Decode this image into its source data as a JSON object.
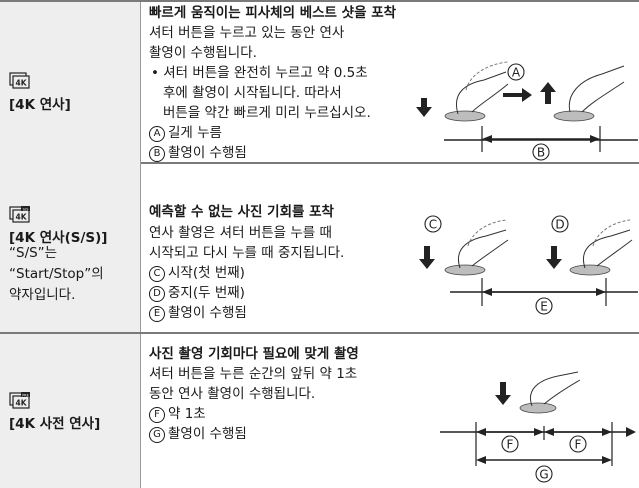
{
  "rows": [
    {
      "mode_label": "[4K 연사]",
      "icon_badge": "4K",
      "heading": "빠르게 움직이는 피사체의 베스트 샷을 포착",
      "lines": [
        "셔터 버튼을 누르고 있는 동안 연사",
        "촬영이 수행됩니다."
      ],
      "bullet": [
        "• 셔터 버튼을 완전히 누르고 약 0.5초",
        "후에 촬영이 시작됩니다. 따라서",
        "버튼을 약간 빠르게 미리 누르십시오."
      ],
      "legend": [
        {
          "mark": "A",
          "text": "길게 누름"
        },
        {
          "mark": "B",
          "text": "촬영이 수행됨"
        }
      ]
    },
    {
      "mode_label": "[4K 연사(S/S)]",
      "icon_badge": "4K",
      "icon_top": "S/S",
      "note": [
        "“S/S”는",
        "“Start/Stop”의",
        "약자입니다."
      ],
      "heading": "예측할 수 없는 사진 기회를 포착",
      "lines": [
        "연사 촬영은 셔터 버튼을 누를 때",
        "시작되고 다시 누를 때 중지됩니다."
      ],
      "legend": [
        {
          "mark": "C",
          "text": "시작(첫 번째)"
        },
        {
          "mark": "D",
          "text": "중지(두 번째)"
        },
        {
          "mark": "E",
          "text": "촬영이 수행됨"
        }
      ]
    },
    {
      "mode_label": "[4K 사전 연사]",
      "icon_badge": "4K",
      "icon_top": "PRE",
      "heading": "사진 촬영 기회마다 필요에 맞게 촬영",
      "lines": [
        "셔터 버튼을 누른 순간의 앞뒤 약 1초",
        "동안 연사 촬영이 수행됩니다."
      ],
      "legend": [
        {
          "mark": "F",
          "text": "약 1초"
        },
        {
          "mark": "G",
          "text": "촬영이 수행됨"
        }
      ]
    }
  ]
}
